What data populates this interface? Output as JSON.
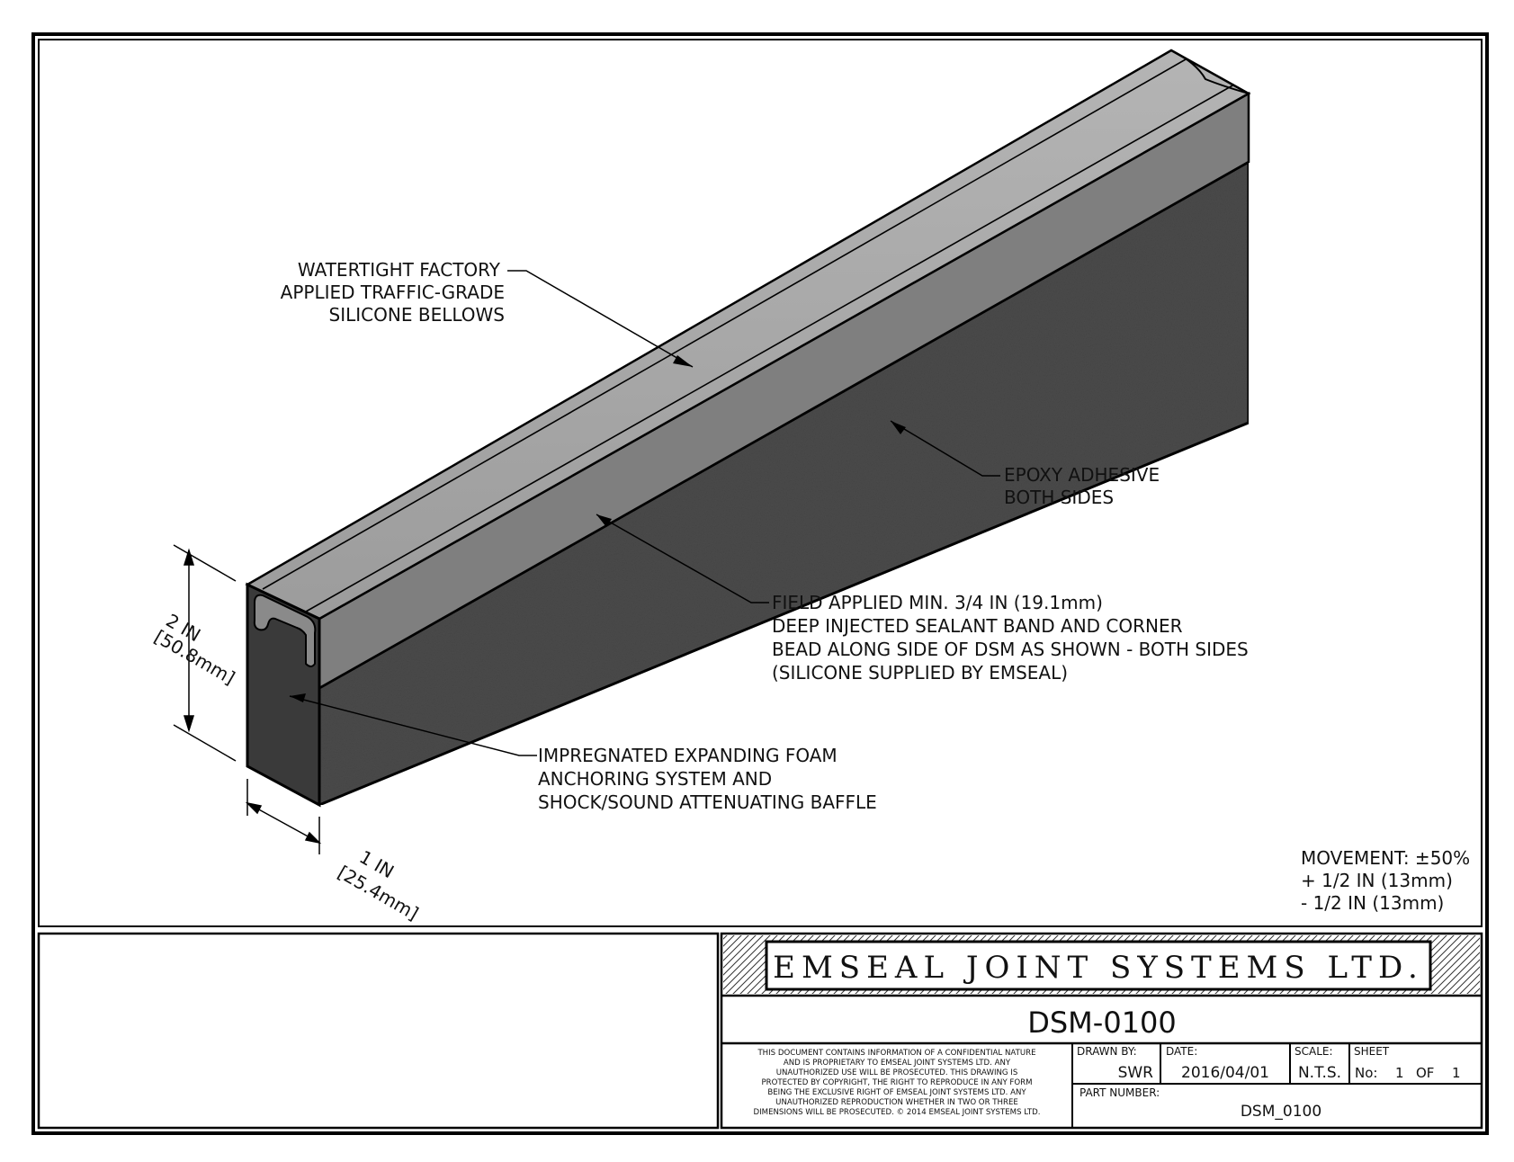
{
  "callouts": {
    "bellows": [
      "WATERTIGHT FACTORY",
      "APPLIED TRAFFIC-GRADE",
      "SILICONE BELLOWS"
    ],
    "epoxy": [
      "EPOXY ADHESIVE",
      "BOTH SIDES"
    ],
    "sealant": [
      "FIELD APPLIED MIN. 3/4 IN (19.1mm)",
      "DEEP INJECTED SEALANT BAND AND CORNER",
      "BEAD ALONG SIDE OF DSM AS SHOWN - BOTH SIDES",
      "(SILICONE SUPPLIED BY EMSEAL)"
    ],
    "foam": [
      "IMPREGNATED EXPANDING FOAM",
      "ANCHORING SYSTEM AND",
      "SHOCK/SOUND ATTENUATING BAFFLE"
    ]
  },
  "dimensions": {
    "height_in": "2 IN",
    "height_mm": "[50.8mm]",
    "width_in": "1 IN",
    "width_mm": "[25.4mm]"
  },
  "movement": [
    "MOVEMENT: ±50%",
    "+ 1/2 IN (13mm)",
    "- 1/2 IN (13mm)"
  ],
  "title_block": {
    "company": "EMSEAL JOINT SYSTEMS LTD.",
    "drawing_number": "DSM-0100",
    "legal_notice": [
      "THIS DOCUMENT CONTAINS INFORMATION OF A CONFIDENTIAL NATURE",
      "AND IS PROPRIETARY TO EMSEAL JOINT SYSTEMS LTD. ANY",
      "UNAUTHORIZED USE WILL BE PROSECUTED. THIS DRAWING IS",
      "PROTECTED BY COPYRIGHT, THE RIGHT TO REPRODUCE IN ANY FORM",
      "BEING THE EXCLUSIVE RIGHT OF EMSEAL JOINT SYSTEMS LTD. ANY",
      "UNAUTHORIZED REPRODUCTION WHETHER IN TWO OR THREE",
      "DIMENSIONS WILL BE PROSECUTED. © 2014 EMSEAL JOINT SYSTEMS LTD."
    ],
    "drawn_by_label": "DRAWN BY:",
    "drawn_by": "SWR",
    "date_label": "DATE:",
    "date": "2016/04/01",
    "scale_label": "SCALE:",
    "scale": "N.T.S.",
    "sheet_label": "SHEET",
    "sheet_no_label": "No:",
    "sheet_no": "1",
    "sheet_of_label": "OF",
    "sheet_total": "1",
    "part_number_label": "PART NUMBER:",
    "part_number": "DSM_0100"
  },
  "colors": {
    "foam_side": "#4a4a4a",
    "sealant_band": "#808080",
    "bellows_top": "#a6a6a6",
    "outline": "#000000"
  }
}
